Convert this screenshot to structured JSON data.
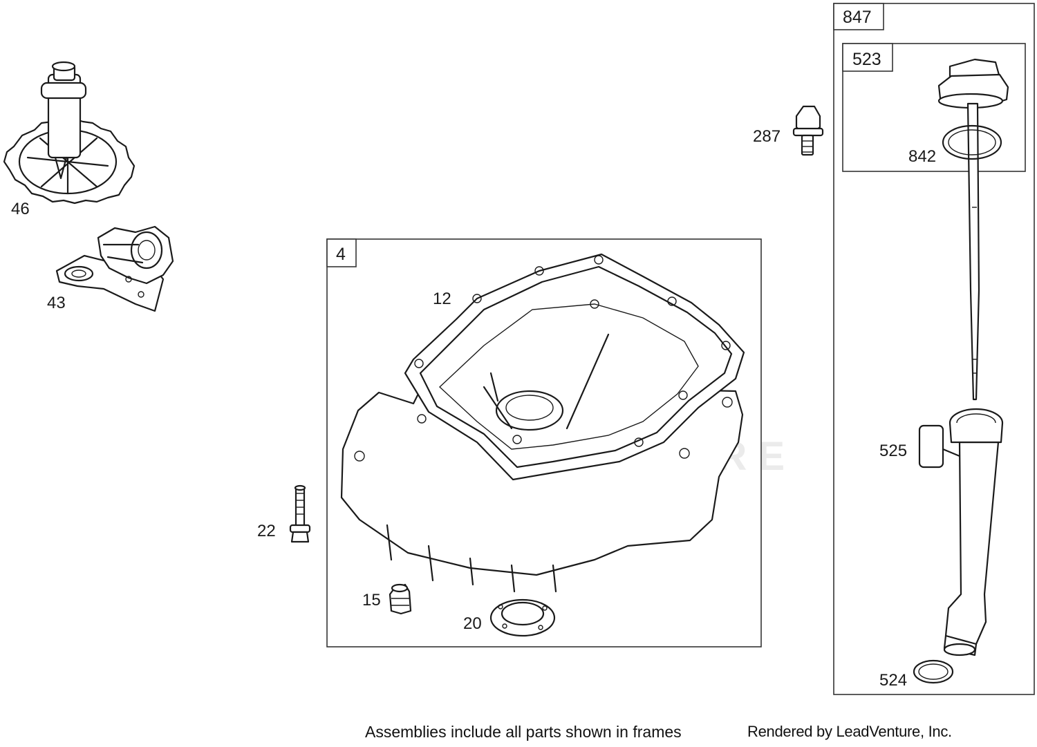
{
  "frames": [
    {
      "id": "frame-847",
      "label": "847"
    },
    {
      "id": "frame-523",
      "label": "523"
    },
    {
      "id": "frame-4",
      "label": "4"
    }
  ],
  "callouts": {
    "c46": "46",
    "c43": "43",
    "c287": "287",
    "c842": "842",
    "c12": "12",
    "c525": "525",
    "c22": "22",
    "c15": "15",
    "c20": "20",
    "c524": "524"
  },
  "watermark": "LEADVENTURE",
  "footer": {
    "note": "Assemblies include all parts shown in frames",
    "credit": "Rendered by LeadVenture, Inc."
  }
}
